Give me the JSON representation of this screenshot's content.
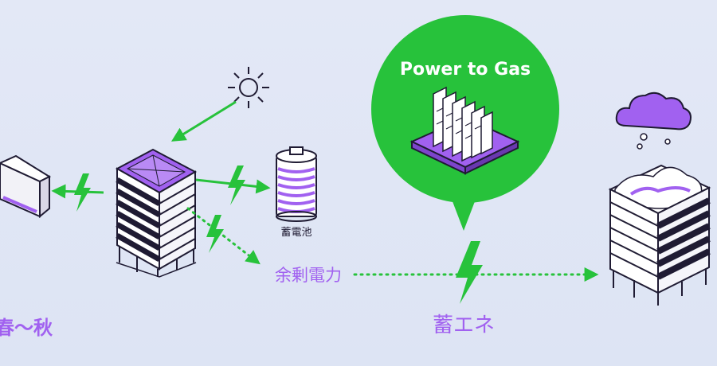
{
  "bubble": {
    "title": "Power to Gas"
  },
  "labels": {
    "battery": "蓄電池",
    "surplus": "余剰電力",
    "storage": "蓄エネ",
    "season": "春～秋"
  },
  "colors": {
    "green": "#27c23b",
    "purple": "#a161f0",
    "dark": "#1f1b33",
    "background": "#e1e7f5"
  }
}
